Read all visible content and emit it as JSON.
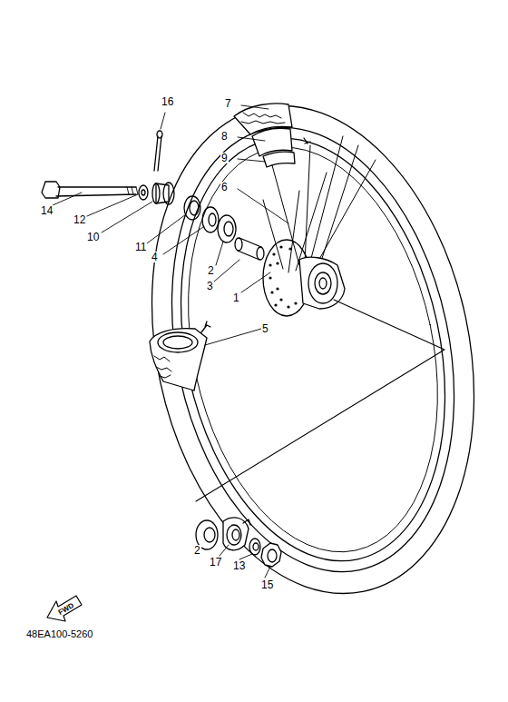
{
  "diagram": {
    "labels": [
      "16",
      "7",
      "8",
      "9",
      "6",
      "14",
      "12",
      "10",
      "11",
      "4",
      "2",
      "3",
      "1",
      "5",
      "2",
      "17",
      "13",
      "15",
      "FWD",
      "48EA100-5260"
    ]
  }
}
